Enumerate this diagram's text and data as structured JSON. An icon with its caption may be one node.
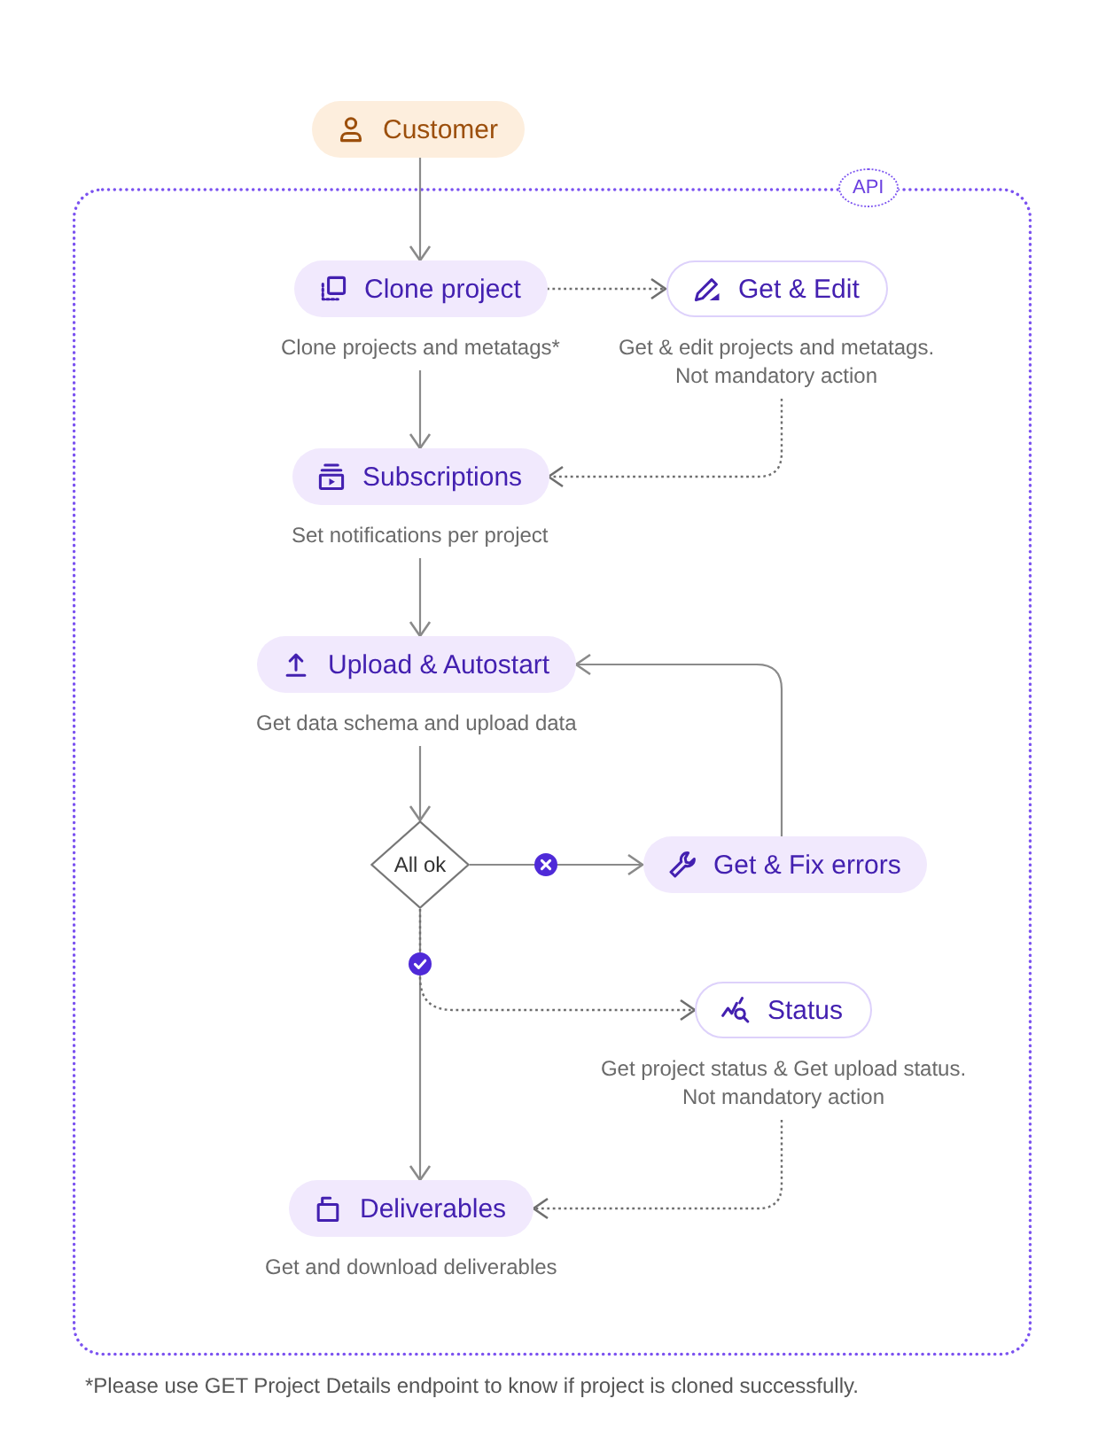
{
  "diagram": {
    "nodes": [
      {
        "text": [
          "Customer"
        ]
      },
      {
        "text": [
          "API"
        ]
      },
      {
        "text": [
          "Clone project"
        ],
        "beside": [
          "Clone projects and metatags*"
        ],
        "in": 1
      },
      {
        "text": [
          "Get & Edit"
        ],
        "beside": [
          "Get & edit projects and metatags. Not mandatory action"
        ],
        "in": 1
      },
      {
        "text": [
          "Subscriptions"
        ],
        "beside": [
          "Set notifications per project"
        ],
        "in": 1
      },
      {
        "text": [
          "Upload & Autostart"
        ],
        "beside": [
          "Get data schema and upload data"
        ],
        "in": 1
      },
      {
        "text": [
          "All ok"
        ],
        "in": 1
      },
      {
        "text": [
          "Get & Fix errors"
        ],
        "in": 1
      },
      {
        "text": [
          "Status"
        ],
        "beside": [
          "Get project status & Get upload status. Not mandatory action"
        ],
        "in": 1
      },
      {
        "text": [
          "Deliverables"
        ],
        "beside": [
          "Get and download deliverables"
        ],
        "in": 1
      }
    ],
    "edges": [
      {
        "from": 0,
        "to": 2,
        "arrow": "to"
      },
      {
        "from": 2,
        "to": 3,
        "arrow": "to",
        "style": "dashed"
      },
      {
        "from": 2,
        "to": 4,
        "arrow": "to"
      },
      {
        "from": 3,
        "to": 4,
        "arrow": "to",
        "style": "dashed"
      },
      {
        "from": 4,
        "to": 5,
        "arrow": "to"
      },
      {
        "from": 5,
        "to": 6,
        "arrow": "to"
      },
      {
        "from": 6,
        "to": 7,
        "arrow": "to"
      },
      {
        "from": 7,
        "to": 5,
        "arrow": "to"
      },
      {
        "from": 6,
        "to": 9,
        "arrow": "to"
      },
      {
        "from": 6,
        "to": 8,
        "arrow": "to",
        "style": "dashed"
      },
      {
        "from": 8,
        "to": 9,
        "arrow": "to",
        "style": "dashed"
      }
    ],
    "labels": [
      "*Please use GET Project Details endpoint to know if project is cloned successfully."
    ]
  }
}
